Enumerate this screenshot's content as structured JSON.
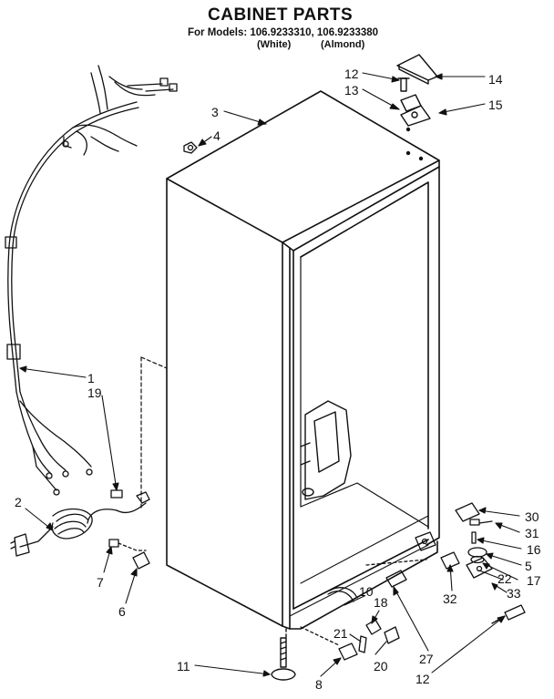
{
  "header": {
    "title": "CABINET PARTS",
    "models_line": "For Models: 106.9233310, 106.9233380",
    "variants": [
      "(White)",
      "(Almond)"
    ]
  },
  "callouts": [
    "14",
    "12",
    "13",
    "15",
    "3",
    "4",
    "1",
    "19",
    "2",
    "7",
    "6",
    "30",
    "31",
    "16",
    "5",
    "17",
    "22",
    "33",
    "32",
    "10",
    "18",
    "21",
    "20",
    "27",
    "11",
    "8",
    "12"
  ],
  "colors": {
    "line": "#111111",
    "background": "#ffffff"
  }
}
